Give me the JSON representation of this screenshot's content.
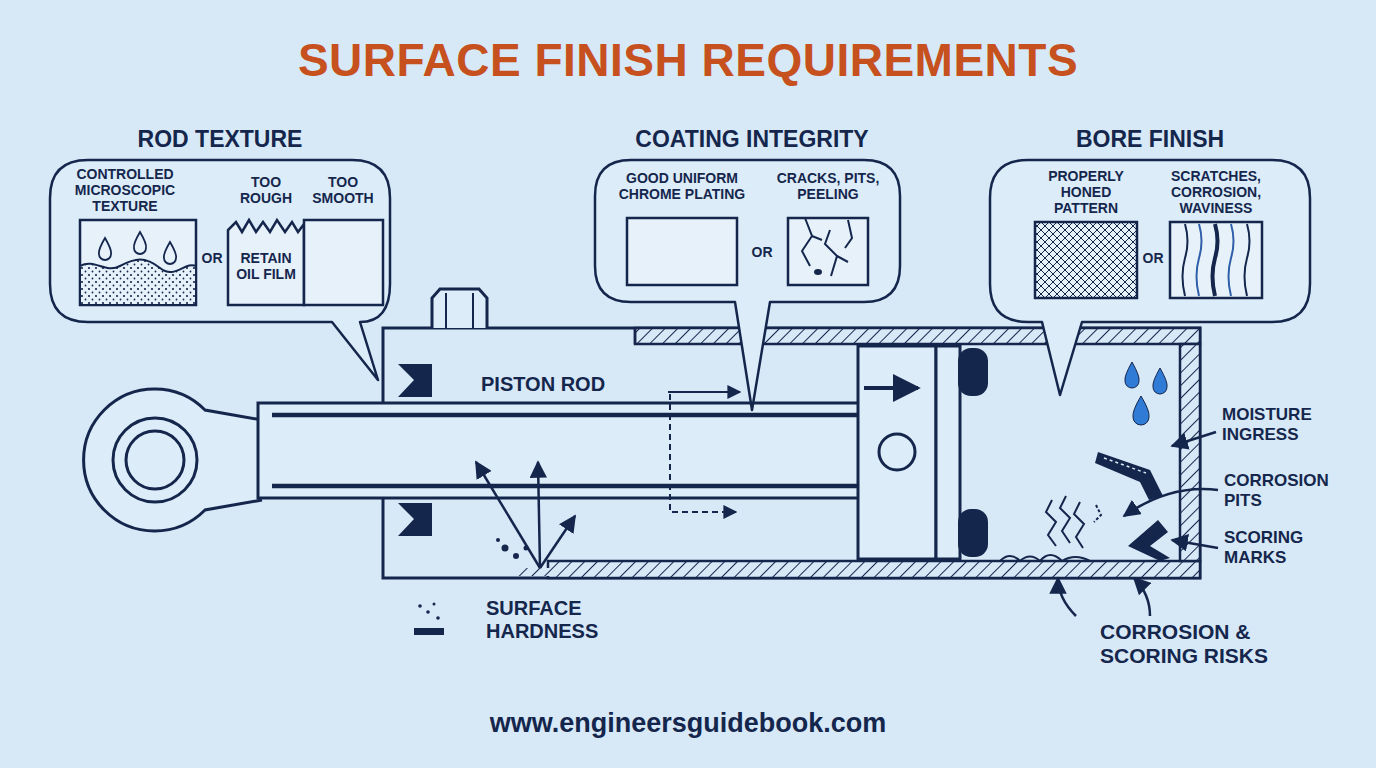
{
  "diagram": {
    "title": "SURFACE FINISH REQUIREMENTS",
    "nodes": [
      {
        "text": [
          "ROD TEXTURE",
          "CONTROLLED MICROSCOPIC TEXTURE",
          "OR",
          "TOO ROUGH",
          "TOO SMOOTH",
          "RETAIN OIL FILM"
        ]
      },
      {
        "text": [
          "COATING INTEGRITY",
          "GOOD UNIFORM CHROME PLATING",
          "OR",
          "CRACKS, PITS, PEELING"
        ]
      },
      {
        "text": [
          "BORE FINISH",
          "PROPERLY HONED PATTERN",
          "OR",
          "SCRATCHES, CORROSION, WAVINESS"
        ]
      }
    ],
    "labels": [
      "PISTON ROD",
      "SURFACE HARDNESS",
      "MOISTURE INGRESS",
      "CORROSION PITS",
      "SCORING MARKS",
      "CORROSION & SCORING RISKS",
      "www.engineersguidebook.com"
    ]
  }
}
